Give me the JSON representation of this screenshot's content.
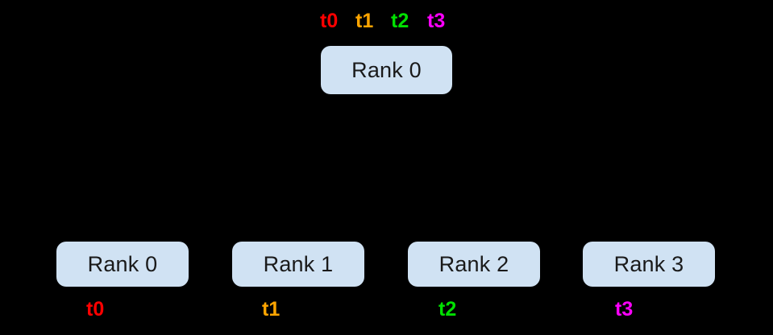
{
  "diagram": {
    "background_color": "#000000",
    "node_fill_color": "#d0e2f3",
    "node_text_color": "#1a1a1a",
    "root": {
      "label": "Rank 0",
      "tags": [
        {
          "text": "t0",
          "color": "#ff0000"
        },
        {
          "text": "t1",
          "color": "#ffa500"
        },
        {
          "text": "t2",
          "color": "#00e000"
        },
        {
          "text": "t3",
          "color": "#ff00ff"
        }
      ]
    },
    "leaves": [
      {
        "label": "Rank 0",
        "tag": {
          "text": "t0",
          "color": "#ff0000"
        }
      },
      {
        "label": "Rank 1",
        "tag": {
          "text": "t1",
          "color": "#ffa500"
        }
      },
      {
        "label": "Rank 2",
        "tag": {
          "text": "t2",
          "color": "#00e000"
        }
      },
      {
        "label": "Rank 3",
        "tag": {
          "text": "t3",
          "color": "#ff00ff"
        }
      }
    ]
  }
}
